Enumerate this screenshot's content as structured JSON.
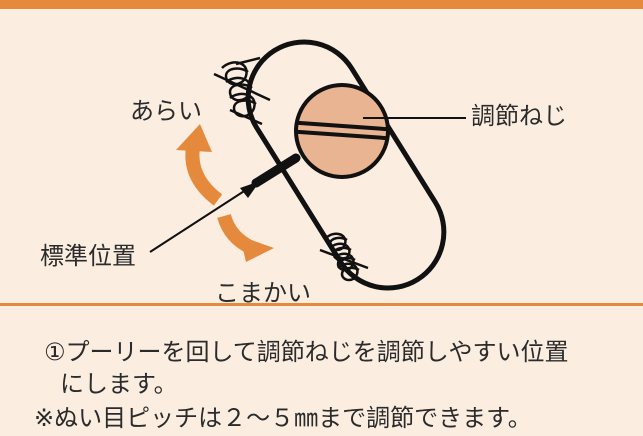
{
  "labels": {
    "rough": "あらい",
    "fine": "こまかい",
    "adjust_screw": "調節ねじ",
    "standard_position": "標準位置"
  },
  "notes": {
    "line1": "①プーリーを回して調節ねじを調節しやすい位置",
    "line2": "にします。",
    "line3": "※ぬい目ピッチは２〜５㎜まで調節できます。"
  },
  "colors": {
    "accent": "#e58a3c",
    "screw_fill": "#e8b491",
    "background": "#fbeee1"
  }
}
